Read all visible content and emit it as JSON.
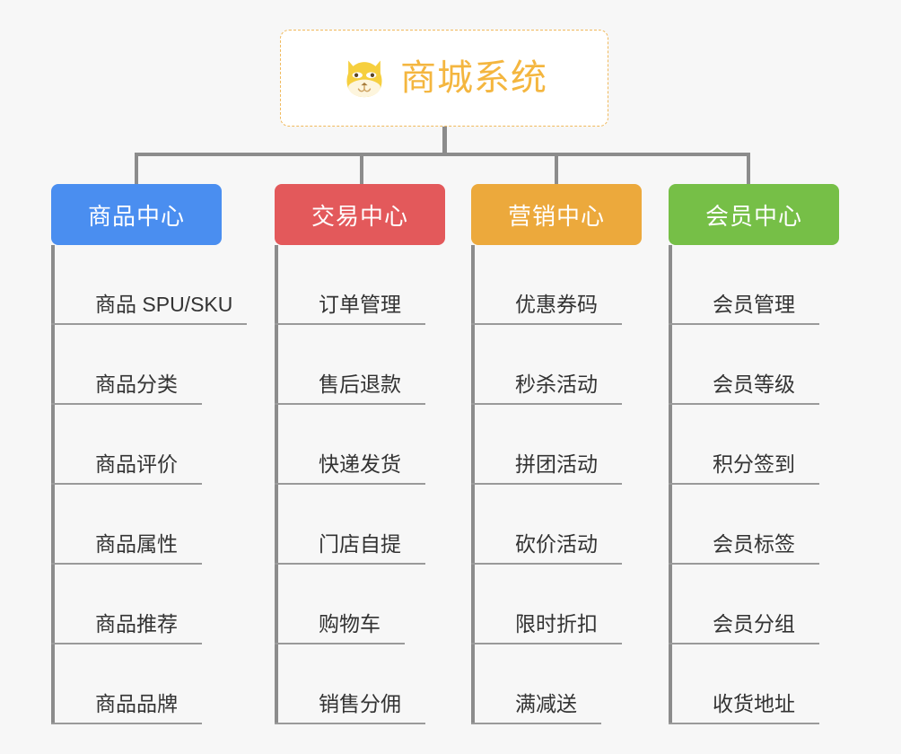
{
  "root": {
    "title": "商城系统",
    "icon": "shiba-dog-icon",
    "border_color": "#f0b95c",
    "text_color": "#f4b63f"
  },
  "connector_color": "#8c8c8c",
  "background_color": "#f7f7f7",
  "columns": [
    {
      "title": "商品中心",
      "color": "#4a8ef0",
      "items": [
        {
          "label": "商品 SPU/SKU",
          "underline_width": 218
        },
        {
          "label": "商品分类",
          "underline_width": 168
        },
        {
          "label": "商品评价",
          "underline_width": 168
        },
        {
          "label": "商品属性",
          "underline_width": 168
        },
        {
          "label": "商品推荐",
          "underline_width": 168
        },
        {
          "label": "商品品牌",
          "underline_width": 168
        }
      ]
    },
    {
      "title": "交易中心",
      "color": "#e3595b",
      "items": [
        {
          "label": "订单管理",
          "underline_width": 168
        },
        {
          "label": "售后退款",
          "underline_width": 168
        },
        {
          "label": "快递发货",
          "underline_width": 168
        },
        {
          "label": "门店自提",
          "underline_width": 168
        },
        {
          "label": "购物车",
          "underline_width": 145
        },
        {
          "label": "销售分佣",
          "underline_width": 168
        }
      ]
    },
    {
      "title": "营销中心",
      "color": "#eca93c",
      "items": [
        {
          "label": "优惠券码",
          "underline_width": 168
        },
        {
          "label": "秒杀活动",
          "underline_width": 168
        },
        {
          "label": "拼团活动",
          "underline_width": 168
        },
        {
          "label": "砍价活动",
          "underline_width": 168
        },
        {
          "label": "限时折扣",
          "underline_width": 168
        },
        {
          "label": "满减送",
          "underline_width": 145
        }
      ]
    },
    {
      "title": "会员中心",
      "color": "#76bf47",
      "items": [
        {
          "label": "会员管理",
          "underline_width": 168
        },
        {
          "label": "会员等级",
          "underline_width": 168
        },
        {
          "label": "积分签到",
          "underline_width": 168
        },
        {
          "label": "会员标签",
          "underline_width": 168
        },
        {
          "label": "会员分组",
          "underline_width": 168
        },
        {
          "label": "收货地址",
          "underline_width": 168
        }
      ]
    }
  ]
}
